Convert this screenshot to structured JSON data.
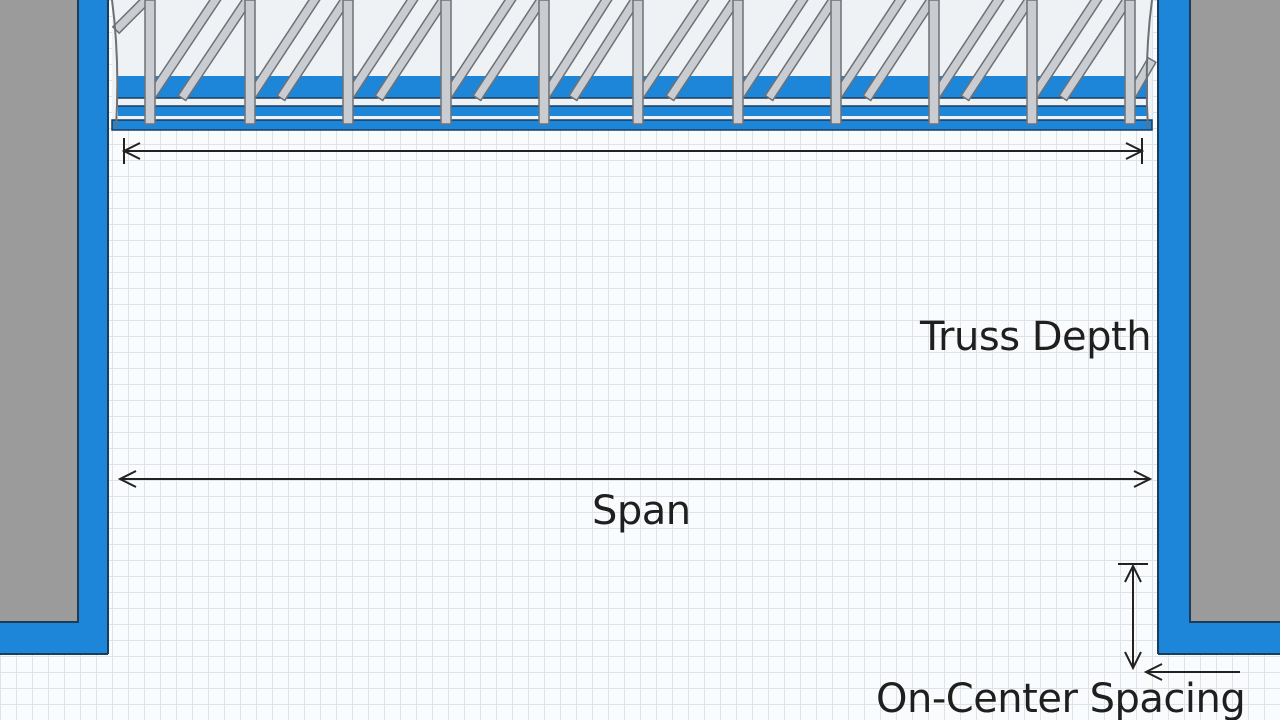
{
  "diagram": {
    "labels": {
      "truss_depth": "Truss Depth",
      "span": "Span",
      "on_center_spacing": "On-Center Spacing"
    },
    "colors": {
      "wall_gray": "#9b9b9b",
      "wall_blue": "#1e86d8",
      "truss_steel": "#c9ccd0",
      "truss_outline": "#6d7176",
      "chord_blue": "#1e86d8",
      "dimension_line": "#222222",
      "grid": "#dce3ea"
    },
    "icons": [
      "arrow-icon",
      "dimension-tick-icon"
    ]
  }
}
